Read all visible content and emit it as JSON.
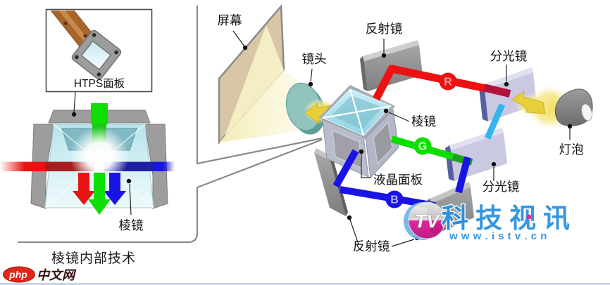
{
  "labels": {
    "screen": "屏幕",
    "lens": "镜头",
    "mirror_top": "反射镜",
    "mirror_bottom": "反射镜",
    "splitter_top": "分光镜",
    "splitter_bottom": "分光镜",
    "prism_main": "棱镜",
    "prism_left": "棱镜",
    "lcd_panel": "液晶面板",
    "lamp": "灯泡",
    "htps_panel": "HTPS面板",
    "caption": "棱镜内部技术"
  },
  "beams": {
    "r": "R",
    "g": "G",
    "b": "B"
  },
  "watermark_istv": {
    "logo_text": "TV",
    "title": "科技视讯",
    "url": "w w w . i s t v . c n"
  },
  "watermark_php": {
    "logo_text": "php",
    "site_text": "中文网"
  },
  "colors": {
    "beam_red": "#ee1111",
    "beam_green": "#0ddd00",
    "beam_blue": "#1a13e6",
    "beam_cyan": "#35b5ee",
    "light_yellow": "#e7cf3a",
    "screen_tan": "#d9c6a7",
    "dichroic_lavender": "#c9c9e2",
    "mirror_gray": "#939393",
    "istv_blue": "#2790e0",
    "php_red": "#e02818"
  }
}
